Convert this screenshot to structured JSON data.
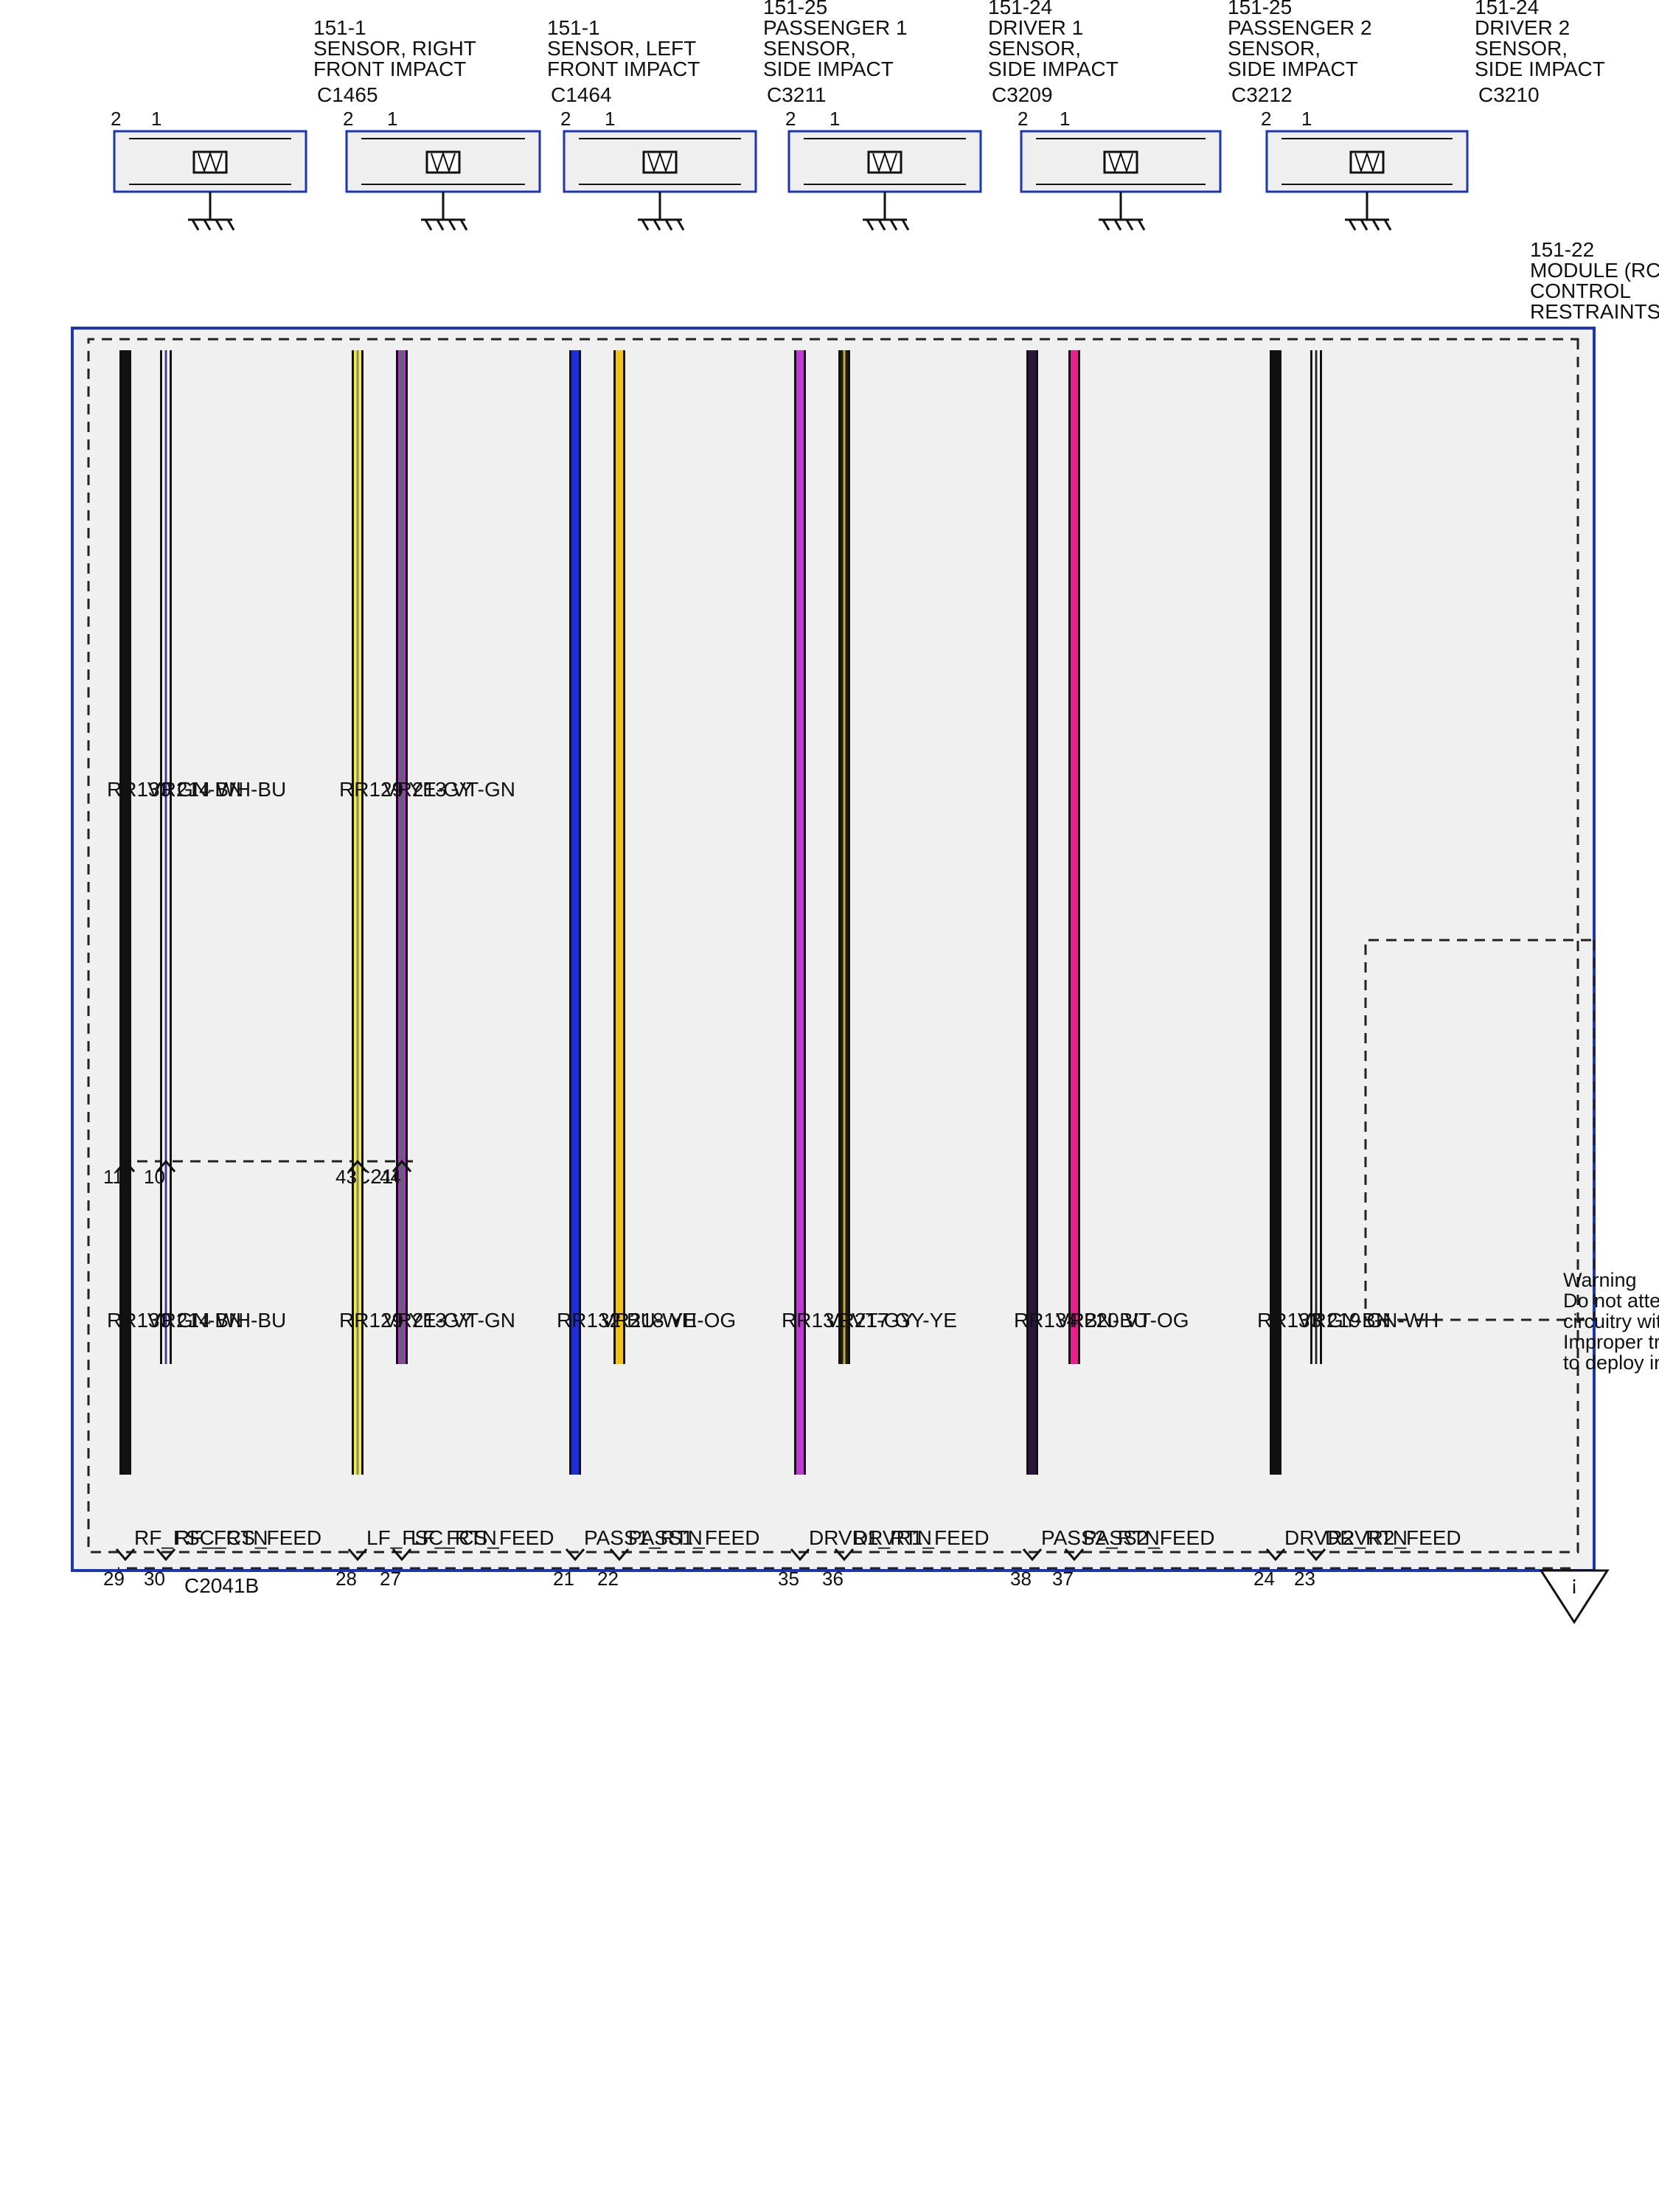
{
  "warning": {
    "title": "Warning",
    "lines": [
      "Do not attempt to diagnose or troubleshoot air bag",
      "circuitry without consulting the Workshop Manual.",
      "Improper troubleshooting could cause the air bags",
      "to deploy inadvertently, causing injury."
    ],
    "icon": "warning-triangle-icon"
  },
  "rcm": {
    "label_lines": [
      "RESTRAINTS",
      "CONTROL",
      "MODULE (RCM)",
      "151-22"
    ],
    "connector": "C2041B",
    "frame_color": "#1a35b8",
    "fill_color": "#f0f0f0"
  },
  "inline_connector": "C210",
  "sensors": [
    {
      "id": "right",
      "label_lines": [
        "FRONT IMPACT",
        "SENSOR, RIGHT",
        "151-1"
      ],
      "connector": "C1465",
      "pin_a": "2",
      "pin_b": "1",
      "upper_circuit": "RR130",
      "upper_color": "GN-BN",
      "lower_circuit": "VR214",
      "lower_color": "WH-BU",
      "upper_c210_pin": "11",
      "lower_c210_pin": "10",
      "upper_rcm_pin": "29",
      "lower_rcm_pin": "30",
      "upper_func": "RF_FSC_RTN",
      "lower_func": "RF_FCS_FEED",
      "upper_wire": [
        "#111111",
        "#111111"
      ],
      "lower_wire": [
        "#ffffff",
        "#3a3aaa"
      ]
    },
    {
      "id": "left",
      "label_lines": [
        "FRONT IMPACT",
        "SENSOR, LEFT",
        "151-1"
      ],
      "connector": "C1464",
      "pin_a": "2",
      "pin_b": "1",
      "upper_circuit": "RR129",
      "upper_color": "YE-GY",
      "lower_circuit": "VR213",
      "lower_color": "VT-GN",
      "upper_c210_pin": "43",
      "lower_c210_pin": "44",
      "upper_rcm_pin": "28",
      "lower_rcm_pin": "27",
      "upper_func": "LF_FSC_RTN",
      "lower_func": "LF_FCS_FEED",
      "upper_wire": [
        "#f3ee38",
        "#888888"
      ],
      "lower_wire": [
        "#b52ad2",
        "#2c8a2c"
      ]
    },
    {
      "id": "pass1",
      "label_lines": [
        "SIDE IMPACT",
        "SENSOR,",
        "PASSENGER 1",
        "151-25"
      ],
      "connector": "C3211",
      "pin_a": "2",
      "pin_b": "1",
      "upper_circuit": "RR132",
      "upper_color": "BU-WH",
      "lower_circuit": "VR218",
      "lower_color": "YE-OG",
      "upper_rcm_pin": "21",
      "lower_rcm_pin": "22",
      "upper_func": "PASS1_RTN",
      "lower_func": "PASS1_FEED",
      "upper_wire": [
        "#1c2ee0",
        "#1c2ee0"
      ],
      "lower_wire": [
        "#f5c20c",
        "#f5c20c"
      ]
    },
    {
      "id": "drv1",
      "label_lines": [
        "SIDE IMPACT",
        "SENSOR,",
        "DRIVER 1",
        "151-24"
      ],
      "connector": "C3209",
      "pin_a": "2",
      "pin_b": "1",
      "upper_circuit": "RR131",
      "upper_color": "VT-GY",
      "lower_circuit": "VR217",
      "lower_color": "GY-YE",
      "upper_rcm_pin": "35",
      "lower_rcm_pin": "36",
      "upper_func": "DRVR1_RTN",
      "lower_func": "DRVR1_FEED",
      "upper_wire": [
        "#c23ad6",
        "#c23ad6"
      ],
      "lower_wire": [
        "#1a1a1a",
        "#c9b020"
      ]
    },
    {
      "id": "pass2",
      "label_lines": [
        "SIDE IMPACT",
        "SENSOR,",
        "PASSENGER 2",
        "151-25"
      ],
      "connector": "C3212",
      "pin_a": "2",
      "pin_b": "1",
      "upper_circuit": "RR134",
      "upper_color": "BN-BU",
      "lower_circuit": "VR220",
      "lower_color": "VT-OG",
      "upper_rcm_pin": "38",
      "lower_rcm_pin": "37",
      "upper_func": "PASS2_RTN",
      "lower_func": "PASS2_FEED",
      "upper_wire": [
        "#2a1640",
        "#2a1640"
      ],
      "lower_wire": [
        "#e8208e",
        "#e8208e"
      ]
    },
    {
      "id": "drv2",
      "label_lines": [
        "SIDE IMPACT",
        "SENSOR,",
        "DRIVER 2",
        "151-24"
      ],
      "connector": "C3210",
      "pin_a": "2",
      "pin_b": "1",
      "upper_circuit": "RR133",
      "upper_color": "GY-BN",
      "lower_circuit": "VR219",
      "lower_color": "GN-WH",
      "upper_rcm_pin": "24",
      "lower_rcm_pin": "23",
      "upper_func": "DRVR2_RTN",
      "lower_func": "DRVR2_FEED",
      "upper_wire": [
        "#111111",
        "#111111"
      ],
      "lower_wire": [
        "#ffffff",
        "#2a2a2a"
      ]
    }
  ]
}
